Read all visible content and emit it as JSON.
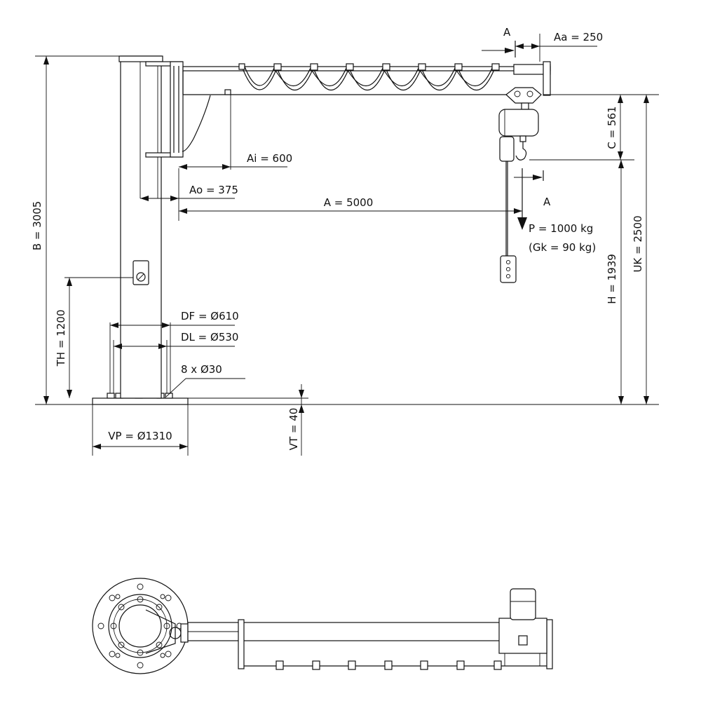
{
  "colors": {
    "line": "#111111",
    "background": "#ffffff"
  },
  "dimensions": {
    "B": "B = 3005",
    "TH": "TH = 1200",
    "DF": "DF = Ø610",
    "DL": "DL = Ø530",
    "bolts": "8 x Ø30",
    "VP": "VP = Ø1310",
    "VT": "VT = 40",
    "Ai": "Ai = 600",
    "Ao": "Ao = 375",
    "A": "A = 5000",
    "Aa": "Aa = 250",
    "C": "C = 561",
    "H": "H = 1939",
    "UK": "UK = 2500"
  },
  "section_marks": {
    "top": "A",
    "bottom": "A"
  },
  "load": {
    "P": "P = 1000 kg",
    "Gk": "(Gk = 90 kg)"
  }
}
